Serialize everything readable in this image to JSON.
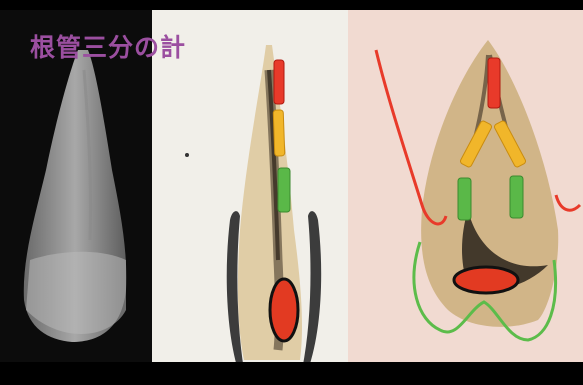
{
  "title": {
    "text": "根管三分の計",
    "color": "#9b4fa0"
  },
  "colors": {
    "background": "#000000",
    "crown_third": "#e83a2a",
    "middle_third": "#f1b62a",
    "apical_third": "#5ab848",
    "apex_marker": "#e23a22",
    "gum_outline": "#e83a2a",
    "bone_outline": "#5cbc4a"
  },
  "panels": [
    {
      "name": "xray-panel",
      "kind": "radiograph"
    },
    {
      "name": "cleared-tooth-panel",
      "kind": "specimen-single-root"
    },
    {
      "name": "cleared-molar-panel",
      "kind": "specimen-branched-root"
    }
  ]
}
